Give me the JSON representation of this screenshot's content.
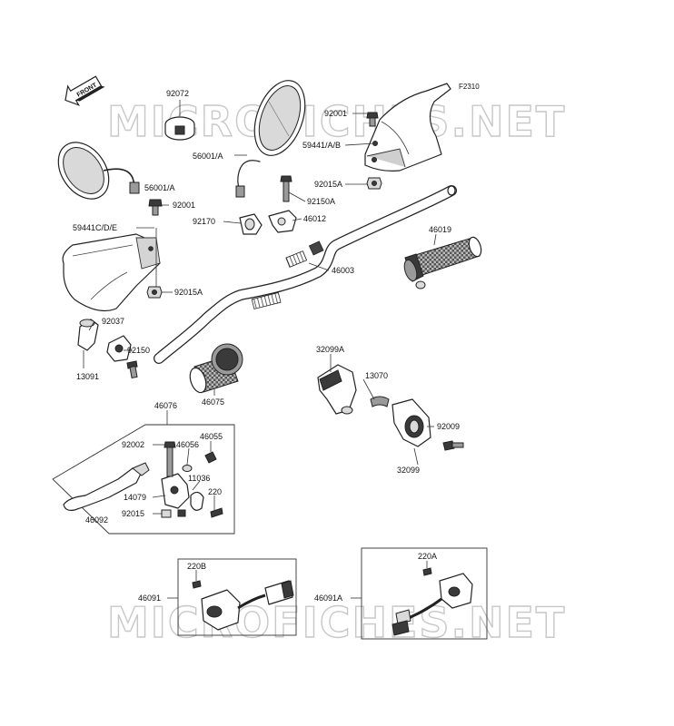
{
  "figure_code": "F2310",
  "front_label": "FRONT",
  "watermark": "MICROFICHES.NET",
  "parts": [
    {
      "id": "p92072",
      "label": "92072"
    },
    {
      "id": "p56001A_r",
      "label": "56001/A"
    },
    {
      "id": "p92001_r",
      "label": "92001"
    },
    {
      "id": "p59441AB",
      "label": "59441/A/B"
    },
    {
      "id": "p92015A_r",
      "label": "92015A"
    },
    {
      "id": "p92150A",
      "label": "92150A"
    },
    {
      "id": "p46012",
      "label": "46012"
    },
    {
      "id": "p92170",
      "label": "92170"
    },
    {
      "id": "p56001A_l",
      "label": "56001/A"
    },
    {
      "id": "p92001_l",
      "label": "92001"
    },
    {
      "id": "p59441CDE",
      "label": "59441C/D/E"
    },
    {
      "id": "p92015A_l",
      "label": "92015A"
    },
    {
      "id": "p46019",
      "label": "46019"
    },
    {
      "id": "p46003",
      "label": "46003"
    },
    {
      "id": "p92037",
      "label": "92037"
    },
    {
      "id": "p92150",
      "label": "92150"
    },
    {
      "id": "p13091",
      "label": "13091"
    },
    {
      "id": "p46075",
      "label": "46075"
    },
    {
      "id": "p32099A",
      "label": "32099A"
    },
    {
      "id": "p13070",
      "label": "13070"
    },
    {
      "id": "p92009",
      "label": "92009"
    },
    {
      "id": "p32099",
      "label": "32099"
    },
    {
      "id": "p46076",
      "label": "46076"
    },
    {
      "id": "p92002",
      "label": "92002"
    },
    {
      "id": "p46056",
      "label": "46056"
    },
    {
      "id": "p46055",
      "label": "46055"
    },
    {
      "id": "p11036",
      "label": "11036"
    },
    {
      "id": "p14079",
      "label": "14079"
    },
    {
      "id": "p220",
      "label": "220"
    },
    {
      "id": "p92015",
      "label": "92015"
    },
    {
      "id": "p46092",
      "label": "46092"
    },
    {
      "id": "p220B",
      "label": "220B"
    },
    {
      "id": "p46091",
      "label": "46091"
    },
    {
      "id": "p220A",
      "label": "220A"
    },
    {
      "id": "p46091A",
      "label": "46091A"
    }
  ]
}
